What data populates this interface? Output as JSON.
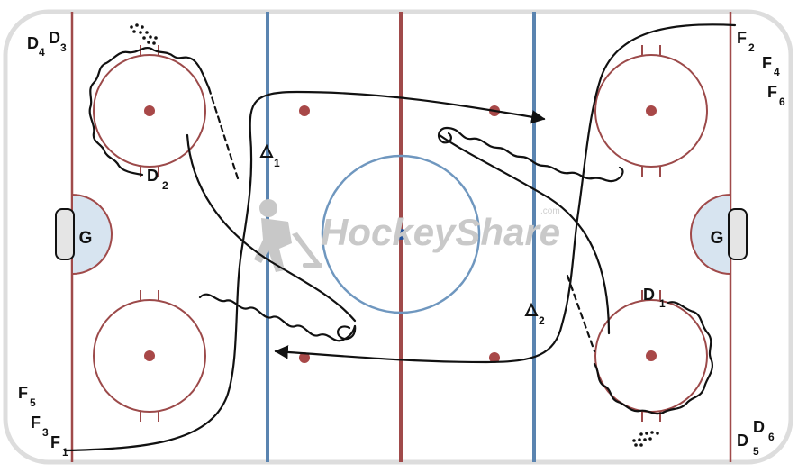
{
  "rink": {
    "goalies": [
      {
        "letter": "G"
      },
      {
        "letter": "G"
      }
    ],
    "watermark": {
      "brand": "HockeyShare",
      "domain": ".com"
    }
  },
  "players": {
    "D4": {
      "letter": "D",
      "num": "4"
    },
    "D3": {
      "letter": "D",
      "num": "3"
    },
    "D2": {
      "letter": "D",
      "num": "2"
    },
    "D1": {
      "letter": "D",
      "num": "1"
    },
    "D5": {
      "letter": "D",
      "num": "5"
    },
    "D6": {
      "letter": "D",
      "num": "6"
    },
    "F1": {
      "letter": "F",
      "num": "1"
    },
    "F2": {
      "letter": "F",
      "num": "2"
    },
    "F3": {
      "letter": "F",
      "num": "3"
    },
    "F4": {
      "letter": "F",
      "num": "4"
    },
    "F5": {
      "letter": "F",
      "num": "5"
    },
    "F6": {
      "letter": "F",
      "num": "6"
    }
  },
  "cones": [
    {
      "num": "1"
    },
    {
      "num": "2"
    }
  ],
  "colors": {
    "red_line": "#a04a4a",
    "blue_line": "#5a84b0",
    "faceoff_circle": "#9c4a4a",
    "faceoff_dot": "#a84848",
    "center_circle": "#6f97bf",
    "center_dot": "#1f4f9a",
    "crease_fill": "#d7e4f0",
    "board": "#dddddd",
    "path": "#111111"
  }
}
